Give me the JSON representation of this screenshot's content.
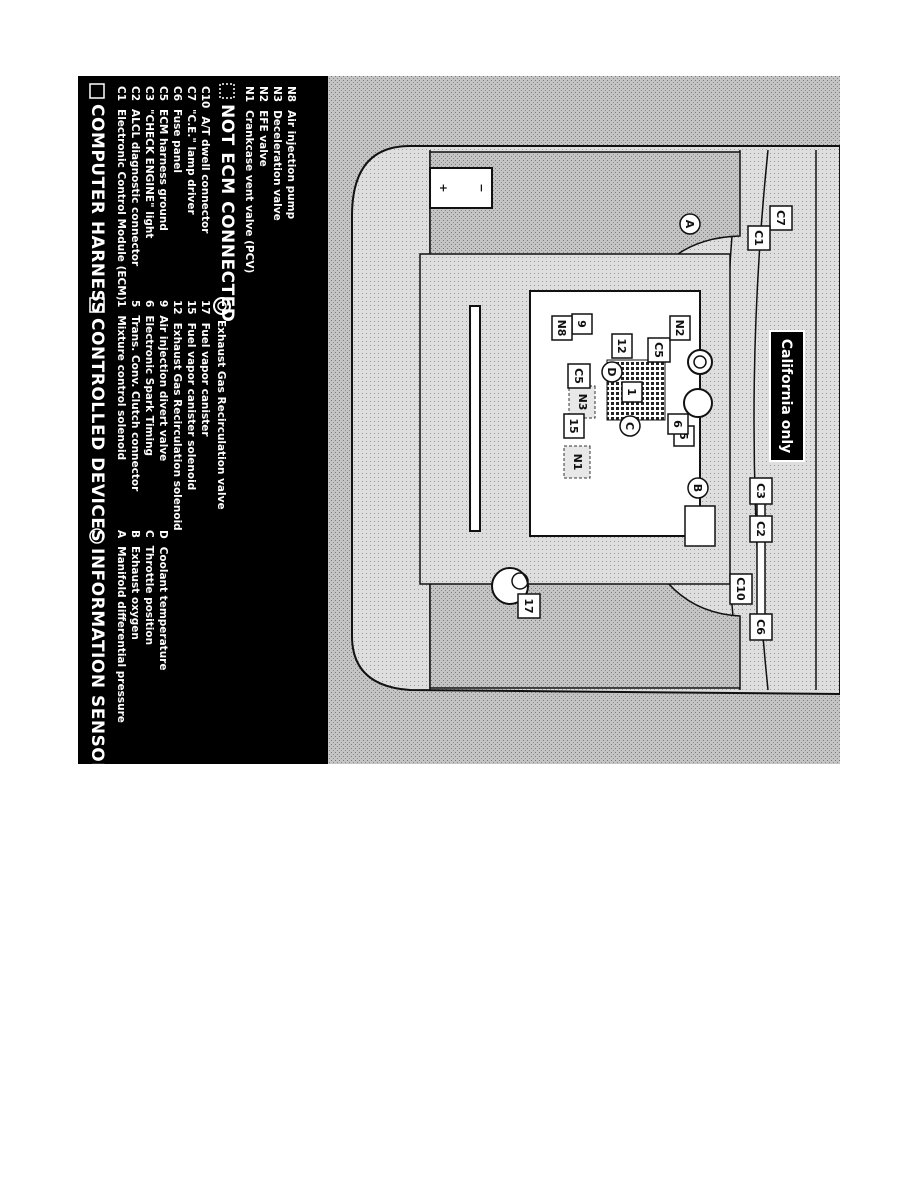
{
  "california": "California only",
  "callouts": {
    "c1": "C1",
    "c2": "C2",
    "c3": "C3",
    "c5": "C5",
    "c6": "C6",
    "c7": "C7",
    "c10": "C10",
    "n1": "N1",
    "n2": "N2",
    "n3": "N3",
    "n8": "N8",
    "d1": "1",
    "d5": "5",
    "d6": "6",
    "d9": "9",
    "d12": "12",
    "d15": "15",
    "d17": "17",
    "sa": "A",
    "sb": "B",
    "sc": "C",
    "sd": "D",
    "plus": "+",
    "minus": "−"
  },
  "legend": {
    "harness": {
      "title": "COMPUTER HARNESS",
      "items": [
        {
          "code": "C1",
          "text": "Electronic Control Module (ECM)"
        },
        {
          "code": "C2",
          "text": "ALCL diagnostic connector"
        },
        {
          "code": "C3",
          "text": "\"CHECK ENGINE\" light"
        },
        {
          "code": "C5",
          "text": "ECM harness ground"
        },
        {
          "code": "C6",
          "text": "Fuse panel"
        },
        {
          "code": "C7",
          "text": "\"C.E.\" lamp driver"
        },
        {
          "code": "C10",
          "text": "A/T dwell connector"
        }
      ]
    },
    "controlled": {
      "title": "CONTROLLED DEVICES",
      "items": [
        {
          "code": "1",
          "text": "Mixture control solenoid"
        },
        {
          "code": "5",
          "text": "Trans. Conv. Clutch connector"
        },
        {
          "code": "6",
          "text": "Electronic Spark Timing"
        },
        {
          "code": "9",
          "text": "Air injection divert valve"
        },
        {
          "code": "12",
          "text": "Exhaust Gas Recirculation solenoid"
        },
        {
          "code": "15",
          "text": "Fuel vapor canister solenoid"
        },
        {
          "code": "17",
          "text": "Fuel vapor canister"
        }
      ],
      "egr": "Exhaust Gas Recirculation valve"
    },
    "sensors": {
      "title": "INFORMATION SENSORS",
      "items": [
        {
          "code": "A",
          "text": "Manifold differential pressure"
        },
        {
          "code": "B",
          "text": "Exhaust oxygen"
        },
        {
          "code": "C",
          "text": "Throttle position"
        },
        {
          "code": "D",
          "text": "Coolant temperature"
        }
      ]
    },
    "notecm": {
      "title": "NOT ECM CONNECTED",
      "items": [
        {
          "code": "N1",
          "text": "Crankcase vent valve (PCV)"
        },
        {
          "code": "N2",
          "text": "EFE valve"
        },
        {
          "code": "N3",
          "text": "Deceleration valve"
        },
        {
          "code": "N8",
          "text": "Air injection pump"
        }
      ]
    }
  }
}
